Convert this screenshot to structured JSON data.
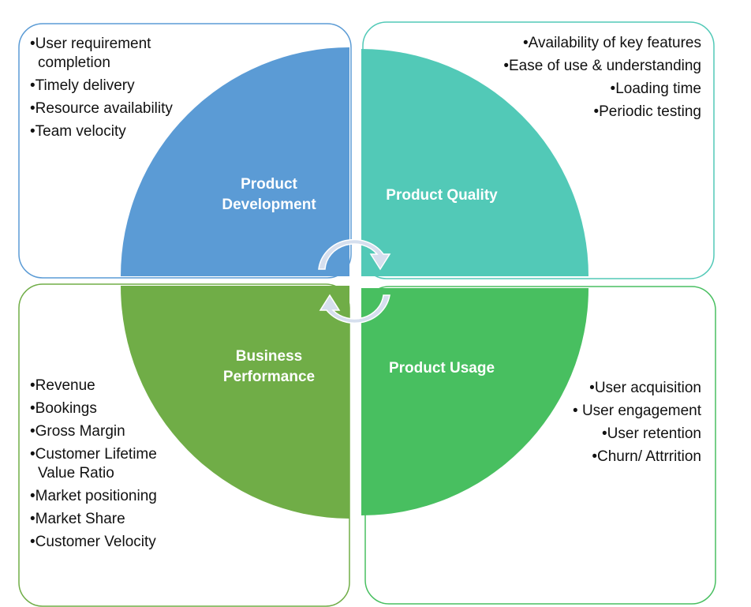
{
  "colors": {
    "development": "#5B9BD5",
    "quality": "#52C9B7",
    "business": "#70AD47",
    "usage": "#48BF60",
    "arrow": "#D6DFEE"
  },
  "quadrants": {
    "development": {
      "title_line1": "Product",
      "title_line2": "Development",
      "items": [
        "•User requirement",
        "completion",
        "•Timely delivery",
        "•Resource availability",
        "•Team velocity"
      ]
    },
    "quality": {
      "title": "Product Quality",
      "items": [
        "•Availability of key features",
        "•Ease of use & understanding",
        "•Loading time",
        "•Periodic testing"
      ]
    },
    "business": {
      "title_line1": "Business",
      "title_line2": "Performance",
      "items": [
        "•Revenue",
        "•Bookings",
        "•Gross Margin",
        "•Customer Lifetime",
        "Value Ratio",
        "•Market positioning",
        "•Market Share",
        "•Customer Velocity"
      ]
    },
    "usage": {
      "title": "Product Usage",
      "items": [
        "•User acquisition",
        "• User engagement",
        "•User retention",
        "•Churn/ Attrrition"
      ]
    }
  }
}
